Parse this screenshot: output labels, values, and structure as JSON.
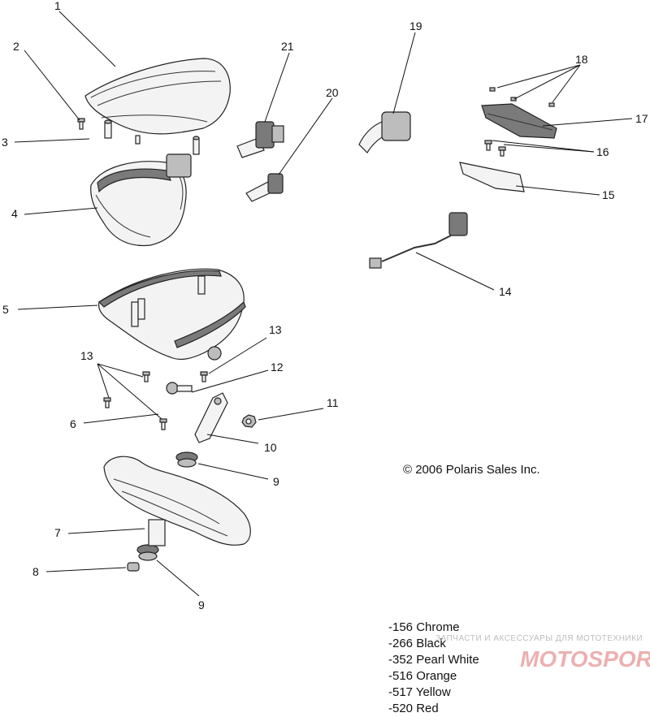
{
  "callouts": [
    "1",
    "2",
    "3",
    "4",
    "5",
    "6",
    "7",
    "8",
    "9",
    "9",
    "10",
    "11",
    "12",
    "13",
    "13",
    "14",
    "15",
    "16",
    "17",
    "18",
    "19",
    "20",
    "21"
  ],
  "copyright": "© 2006 Polaris Sales Inc.",
  "color_codes": [
    "-156 Chrome",
    "-266 Black",
    "-352 Pearl White",
    "-516 Orange",
    "-517 Yellow",
    "-520 Red"
  ],
  "watermark": {
    "tagline": "ЗАПЧАСТИ И АКСЕССУАРЫ ДЛЯ МОТОТЕХНИКИ",
    "logo": "MOTOSPOR.RU"
  }
}
